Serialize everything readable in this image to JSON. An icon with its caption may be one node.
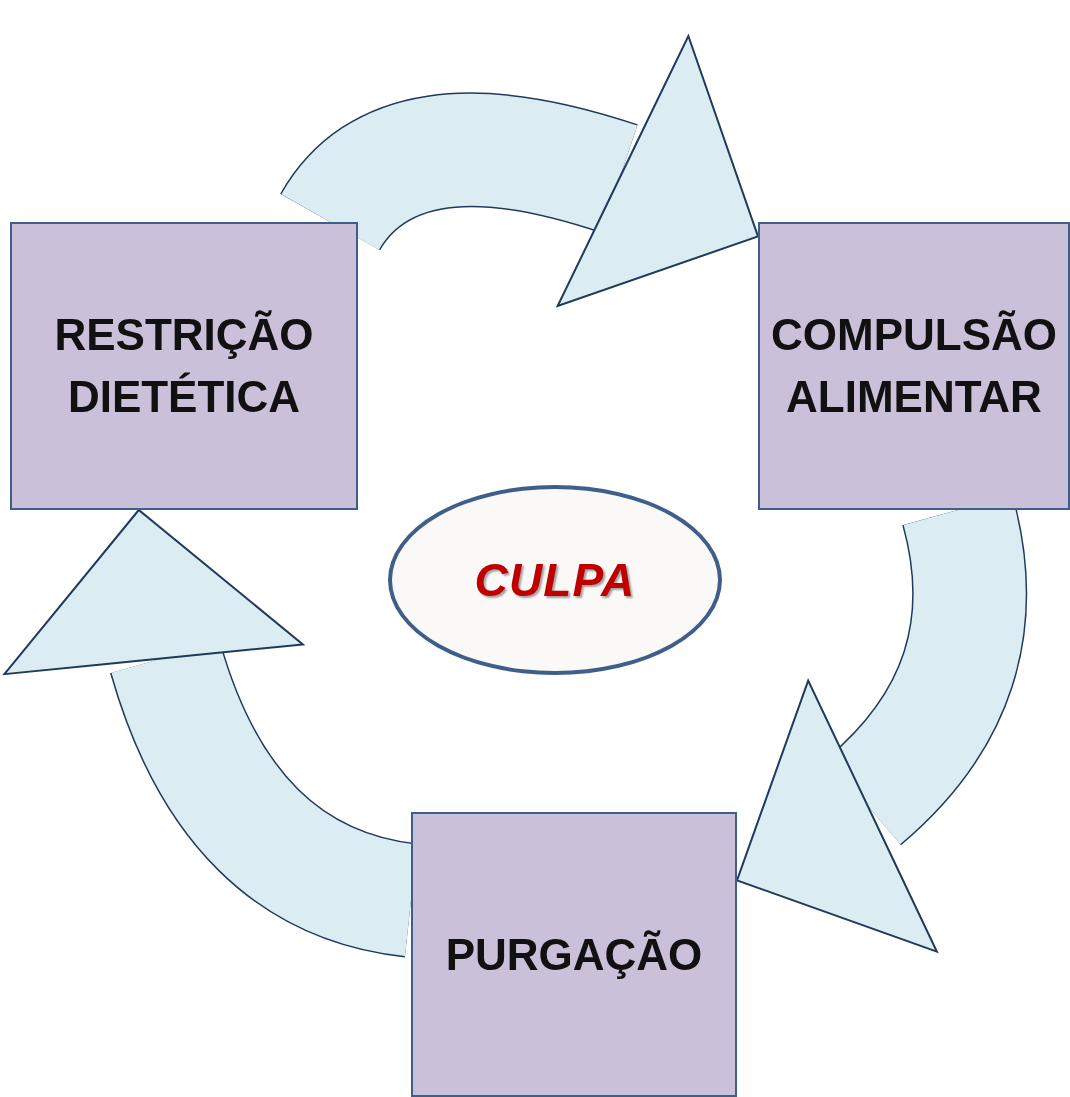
{
  "diagram": {
    "nodes": [
      {
        "text": [
          "RESTRIÇÃO DIETÉTICA"
        ]
      },
      {
        "text": [
          "COMPULSÃO ALIMENTAR"
        ]
      },
      {
        "text": [
          "PURGAÇÃO"
        ]
      },
      {
        "text": [
          "CULPA"
        ]
      }
    ],
    "edges": [
      {
        "from": 0,
        "to": 1,
        "arrow": "to"
      },
      {
        "from": 1,
        "to": 2,
        "arrow": "to"
      },
      {
        "from": 2,
        "to": 0,
        "arrow": "to"
      }
    ]
  }
}
